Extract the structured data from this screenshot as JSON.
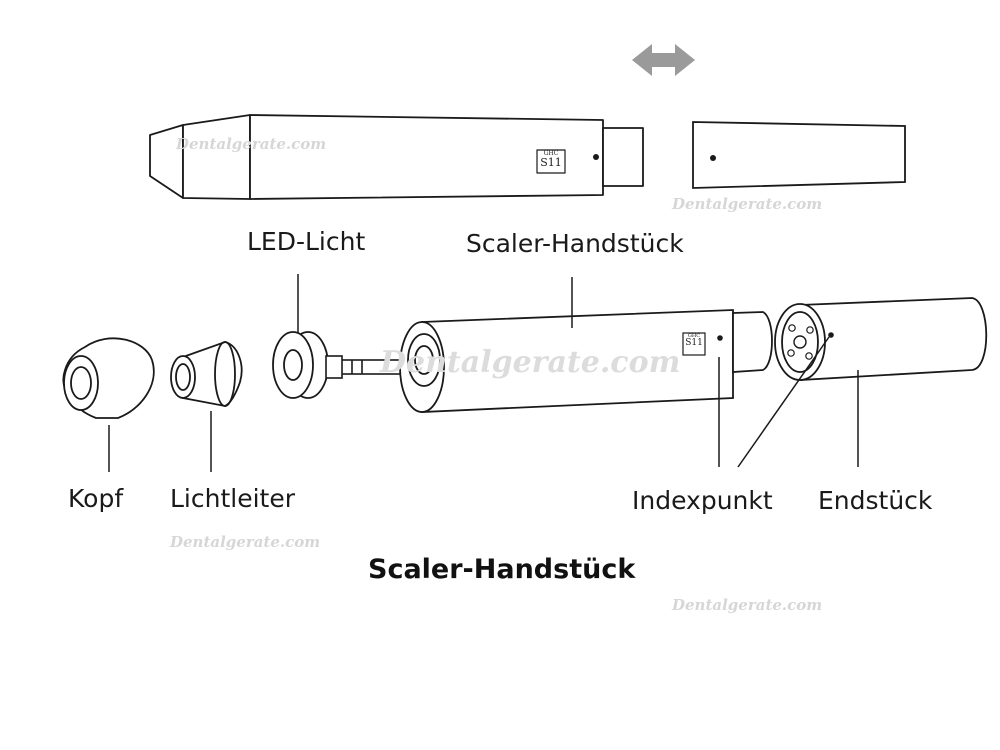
{
  "labels": {
    "led": "LED-Licht",
    "handpiece": "Scaler-Handstück",
    "head": "Kopf",
    "light_guide": "Lichtleiter",
    "index_point": "Indexpunkt",
    "end_piece": "Endstück"
  },
  "title": "Scaler-Handstück",
  "device_marking": {
    "line1": "GHC",
    "line2": "S11"
  },
  "watermark": "Dentalgerate.com",
  "colors": {
    "stroke": "#1a1a1a",
    "arrow": "#9a9a9a"
  }
}
